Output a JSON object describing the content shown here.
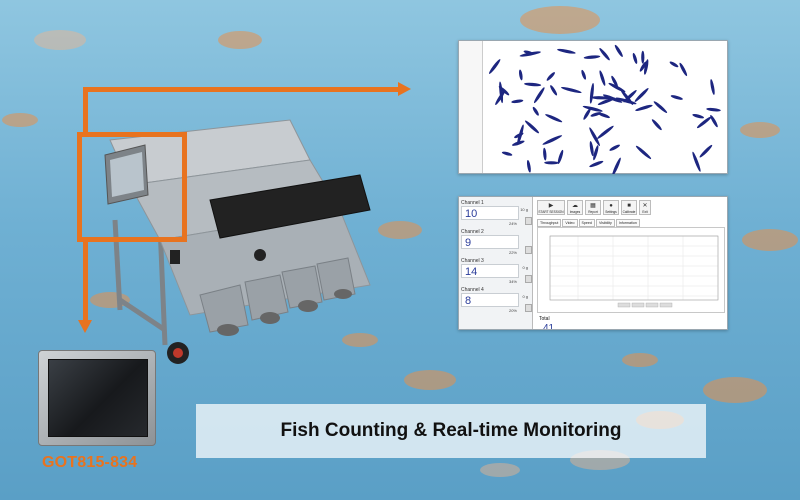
{
  "caption": "Fish Counting & Real-time Monitoring",
  "device_model": "GOT815-834",
  "colors": {
    "accent": "#e8731f",
    "fish": "#1d2680",
    "value_text": "#2a3c9a"
  },
  "app": {
    "toolbar": [
      {
        "icon": "play-icon",
        "glyph": "▶",
        "label": "START SESSION"
      },
      {
        "icon": "images-icon",
        "glyph": "☁",
        "label": "Images"
      },
      {
        "icon": "report-icon",
        "glyph": "▦",
        "label": "Report"
      },
      {
        "icon": "settings-icon",
        "glyph": "●",
        "label": "Settings"
      },
      {
        "icon": "camera-icon",
        "glyph": "■",
        "label": "Calibrate"
      },
      {
        "icon": "exit-icon",
        "glyph": "✕",
        "label": "Exit"
      }
    ],
    "tabs": [
      "Throughput",
      "Video",
      "Speed",
      "Visibility",
      "Information"
    ],
    "channels": [
      {
        "label": "Channel 1",
        "value": "10",
        "unit": "10 g",
        "percent": "24%"
      },
      {
        "label": "Channel 2",
        "value": "9",
        "unit": "",
        "percent": "22%"
      },
      {
        "label": "Channel 3",
        "value": "14",
        "unit": "0 g",
        "percent": "34%"
      },
      {
        "label": "Channel 4",
        "value": "8",
        "unit": "0 g",
        "percent": "20%"
      }
    ],
    "total_label": "Total",
    "total_value": "41"
  }
}
